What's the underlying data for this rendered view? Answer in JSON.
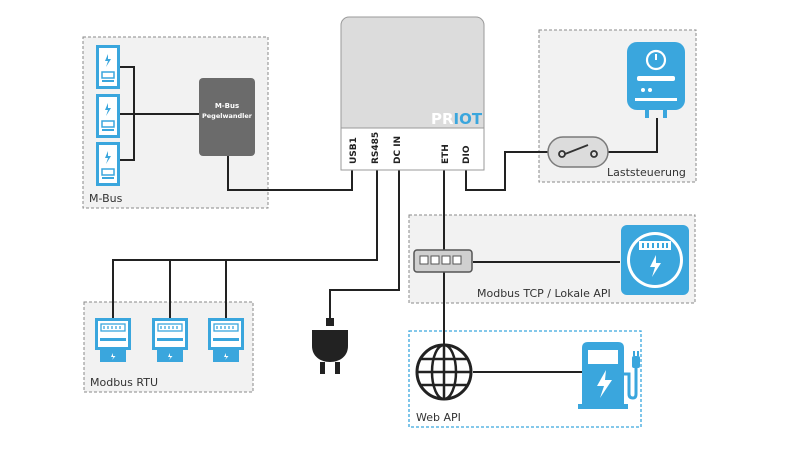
{
  "device": {
    "brand_part1": "PR",
    "brand_part2": "IOT",
    "ports": [
      "USB1",
      "RS485",
      "DC IN",
      "ETH",
      "DIO"
    ]
  },
  "groups": {
    "mbus": "M-Bus",
    "modbus_rtu": "Modbus RTU",
    "load_control": "Laststeuerung",
    "modbus_tcp": "Modbus TCP / Lokale API",
    "web_api": "Web API"
  },
  "converter": {
    "line1": "M-Bus",
    "line2": "Pegelwandler"
  },
  "icons": {
    "mbus_meters": [
      "electric-meter-icon",
      "electric-meter-icon",
      "electric-meter-icon"
    ],
    "modbus_meters": [
      "modbus-meter-icon",
      "modbus-meter-icon",
      "modbus-meter-icon"
    ],
    "switch": "network-switch-icon",
    "power_plug": "power-plug-icon",
    "globe": "globe-icon",
    "ev_charger": "ev-charger-icon",
    "boiler": "water-heater-icon",
    "relay": "relay-switch-icon",
    "energy_meter": "energy-meter-icon"
  },
  "colors": {
    "accent_blue": "#3aa6dd",
    "box_border": "#8a8a8a",
    "box_fill": "#f2f2f2",
    "device_fill": "#dcdcdc",
    "line": "#222222"
  }
}
